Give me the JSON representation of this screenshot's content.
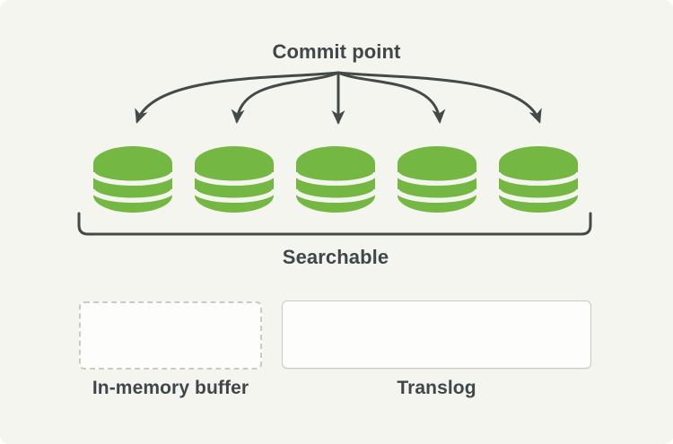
{
  "diagram": {
    "commit_point_label": "Commit point",
    "searchable_label": "Searchable",
    "in_memory_buffer_label": "In-memory buffer",
    "translog_label": "Translog",
    "segment_count": 5,
    "colors": {
      "background": "#f4f5ef",
      "segment_green": "#74b843",
      "line_dark": "#434a47",
      "text_dark": "#40464a",
      "box_border": "#c8cac3",
      "box_fill": "#fdfdfb"
    },
    "icons": {
      "segment": "database-icon",
      "arrows": "commit-fan-arrows-icon",
      "bracket": "searchable-bracket-icon"
    }
  }
}
